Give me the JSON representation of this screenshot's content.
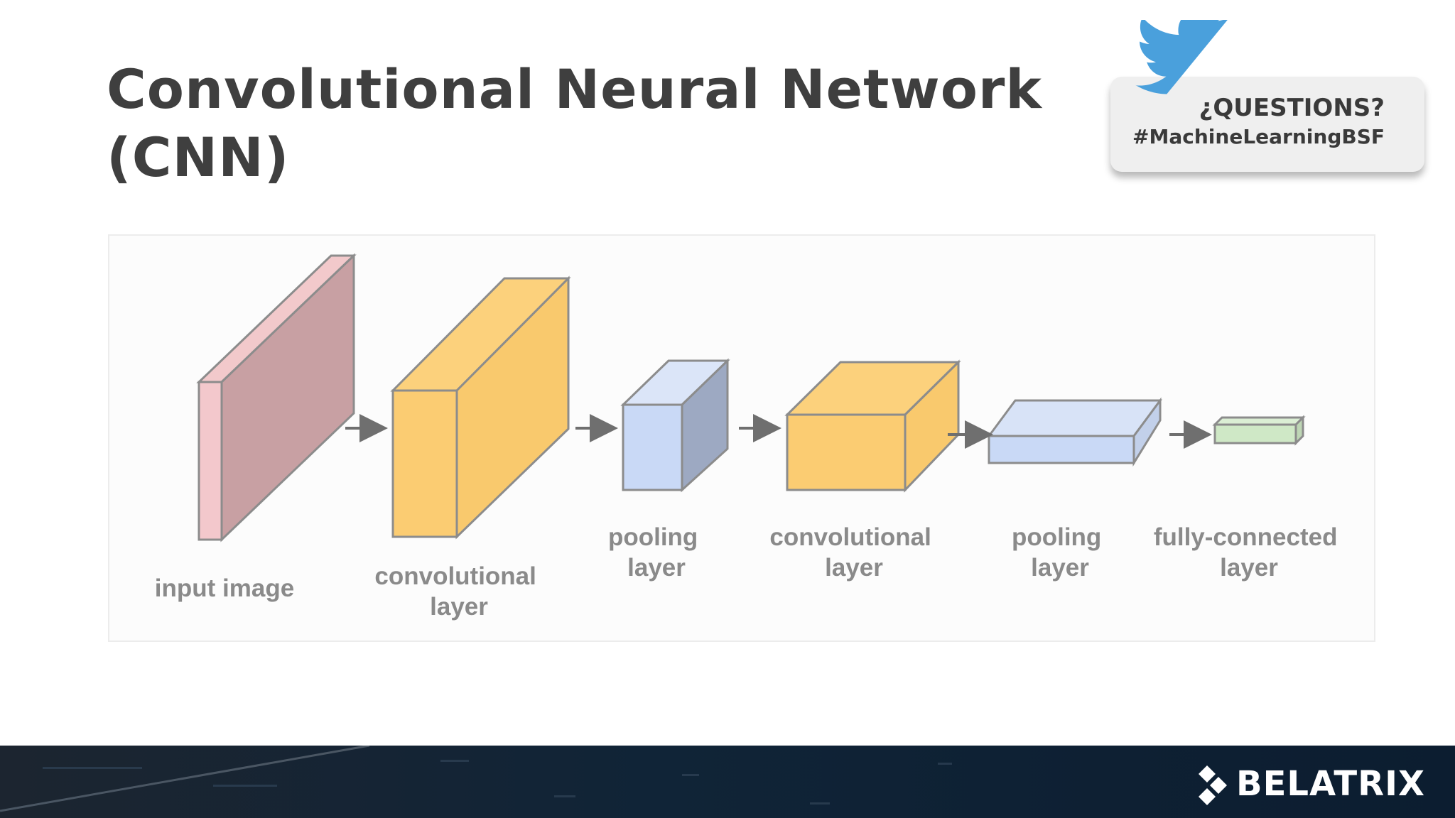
{
  "slide": {
    "title_line1": "Convolutional Neural Network",
    "title_line2": "(CNN)"
  },
  "questions_card": {
    "line1": "¿QUESTIONS?",
    "line2": "#MachineLearningBSF",
    "icon": "twitter-bird-icon"
  },
  "diagram": {
    "stages": [
      {
        "label_lines": [
          "input image"
        ]
      },
      {
        "label_lines": [
          "convolutional",
          "layer"
        ]
      },
      {
        "label_lines": [
          "pooling",
          "layer"
        ]
      },
      {
        "label_lines": [
          "convolutional",
          "layer"
        ]
      },
      {
        "label_lines": [
          "pooling",
          "layer"
        ]
      },
      {
        "label_lines": [
          "fully-connected",
          "layer"
        ]
      }
    ],
    "colors": {
      "input": "#c8a0a3",
      "conv": "#fbcc72",
      "pool": "#c9d9f6",
      "fc": "#cfe8c6",
      "arrow": "#6f6f6f"
    }
  },
  "footer": {
    "brand": "BELATRIX"
  }
}
